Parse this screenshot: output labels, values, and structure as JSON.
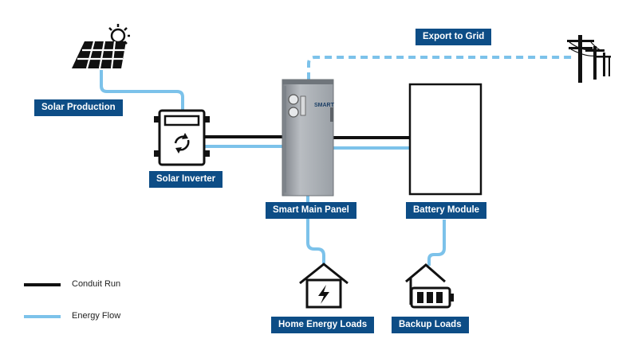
{
  "colors": {
    "conduit": "#111111",
    "energy_flow": "#7cc2ea",
    "label_bg": "#0d4d86",
    "label_text": "#ffffff"
  },
  "labels": {
    "solar_production": "Solar Production",
    "solar_inverter": "Solar Inverter",
    "smart_main_panel": "Smart Main Panel",
    "battery_module": "Battery Module",
    "export_to_grid": "Export to Grid",
    "home_energy_loads": "Home Energy Loads",
    "backup_loads": "Backup Loads"
  },
  "panel_brand": "SMART",
  "legend": {
    "conduit_run": "Conduit Run",
    "energy_flow": "Energy Flow"
  },
  "icons": {
    "solar": "solar-panel-icon",
    "inverter": "inverter-icon",
    "grid": "power-pole-icon",
    "home": "home-energy-icon",
    "backup": "house-battery-icon"
  }
}
